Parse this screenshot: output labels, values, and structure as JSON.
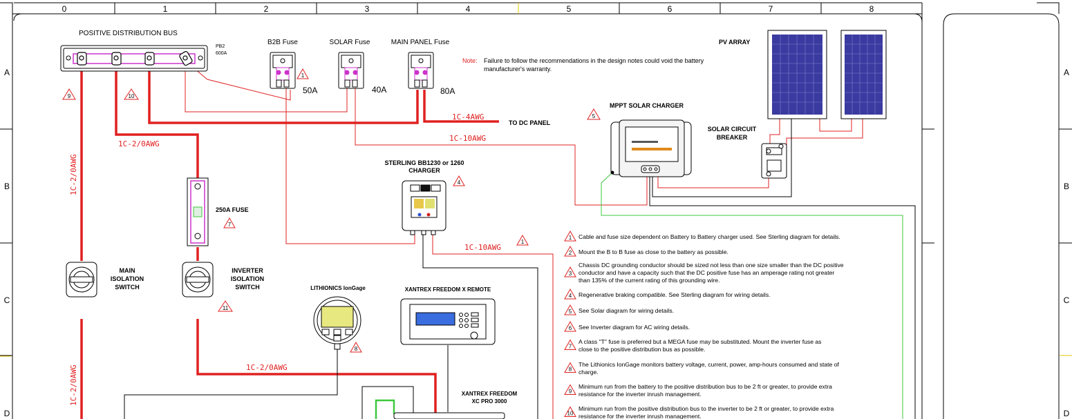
{
  "grid": {
    "columns": [
      "0",
      "1",
      "2",
      "3",
      "4",
      "5",
      "6",
      "7",
      "8"
    ],
    "rows": [
      "A",
      "B",
      "C",
      "D"
    ]
  },
  "titles": {
    "bus": "POSITIVE DISTRIBUTION BUS",
    "pb2": "PB2",
    "pb2_rating": "600A",
    "b2b_fuse": "B2B Fuse",
    "solar_fuse": "SOLAR Fuse",
    "main_panel_fuse": "MAIN PANEL Fuse",
    "pv_array": "PV ARRAY",
    "mppt": "MPPT SOLAR CHARGER",
    "solar_breaker_1": "SOLAR CIRCUIT",
    "solar_breaker_2": "BREAKER",
    "sterling_1": "STERLING BB1230 or 1260",
    "sterling_2": "CHARGER",
    "fuse_250_label": "250A FUSE",
    "main_iso_1": "MAIN",
    "main_iso_2": "ISOLATION",
    "main_iso_3": "SWITCH",
    "inv_iso_1": "INVERTER",
    "inv_iso_2": "ISOLATION",
    "inv_iso_3": "SWITCH",
    "iongage": "LITHIONICS IonGage",
    "xantrex_remote": "XANTREX FREEDOM X REMOTE",
    "xantrex_1": "XANTREX FREEDOM",
    "xantrex_2": "XC PRO 3000",
    "to_dc_panel": "TO DC PANEL"
  },
  "fuse_ratings": {
    "b2b": "50A",
    "solar": "40A",
    "main": "80A"
  },
  "wire_labels": {
    "w_vert_top": "1C-2/0AWG",
    "w_vert_bottom": "1C-2/0AWG",
    "w_upper": "1C-2/0AWG",
    "w_lower": "1C-2/0AWG",
    "w_4awg": "1C-4AWG",
    "w_10awg_a": "1C-10AWG",
    "w_10awg_b": "1C-10AWG"
  },
  "note": {
    "label": "Note:",
    "line1": "Failure to follow the recommendations in the design notes could void the battery",
    "line2": "manufacturer's warranty."
  },
  "callouts": {
    "c1a": "1",
    "c1b": "1",
    "c4": "4",
    "c5": "5",
    "c7": "7",
    "c8": "8",
    "c9": "9",
    "c10": "10",
    "c11": "11"
  },
  "design_notes": [
    {
      "num": "1",
      "lines": [
        "Cable and fuse size dependent on Battery to Battery charger used. See Sterling diagram for details."
      ]
    },
    {
      "num": "2",
      "lines": [
        "Mount the B to B fuse as close to the battery as possible."
      ]
    },
    {
      "num": "3",
      "lines": [
        "Chassis DC grounding conductor should be sized not less than one size smaller than the DC positive",
        "conductor and have a capacity such that the DC positive fuse has an amperage rating not greater",
        "than 135% of the current rating of this grounding wire."
      ]
    },
    {
      "num": "4",
      "lines": [
        "Regenerative braking compatible. See Sterling diagram for wiring details."
      ]
    },
    {
      "num": "5",
      "lines": [
        "See Solar diagram for wiring details."
      ]
    },
    {
      "num": "6",
      "lines": [
        "See Inverter diagram for AC wiring details."
      ]
    },
    {
      "num": "7",
      "lines": [
        "A class \"T\" fuse is preferred but a MEGA fuse may be substituted. Mount the inverter fuse as",
        "close to the positive distribution bus as possible."
      ]
    },
    {
      "num": "8",
      "lines": [
        "The Lithionics IonGage monitors battery voltage, current, power, amp-hours consumed and state of",
        "charge."
      ]
    },
    {
      "num": "9",
      "lines": [
        "Minimum run from the battery to the positive distribution bus to be 2 ft or greater, to provide extra",
        "resistance for the inverter inrush management."
      ]
    },
    {
      "num": "10",
      "lines": [
        "Minimum run from the positive distribution bus to the inverter to be 2 ft or greater, to provide extra",
        "resistance for the inverter inrush management."
      ]
    }
  ],
  "colors": {
    "wire_red": "#e02020",
    "ground_green": "#3cc83c",
    "panel_blue": "#3a3aa0",
    "fuse_magenta": "#cc33cc"
  }
}
